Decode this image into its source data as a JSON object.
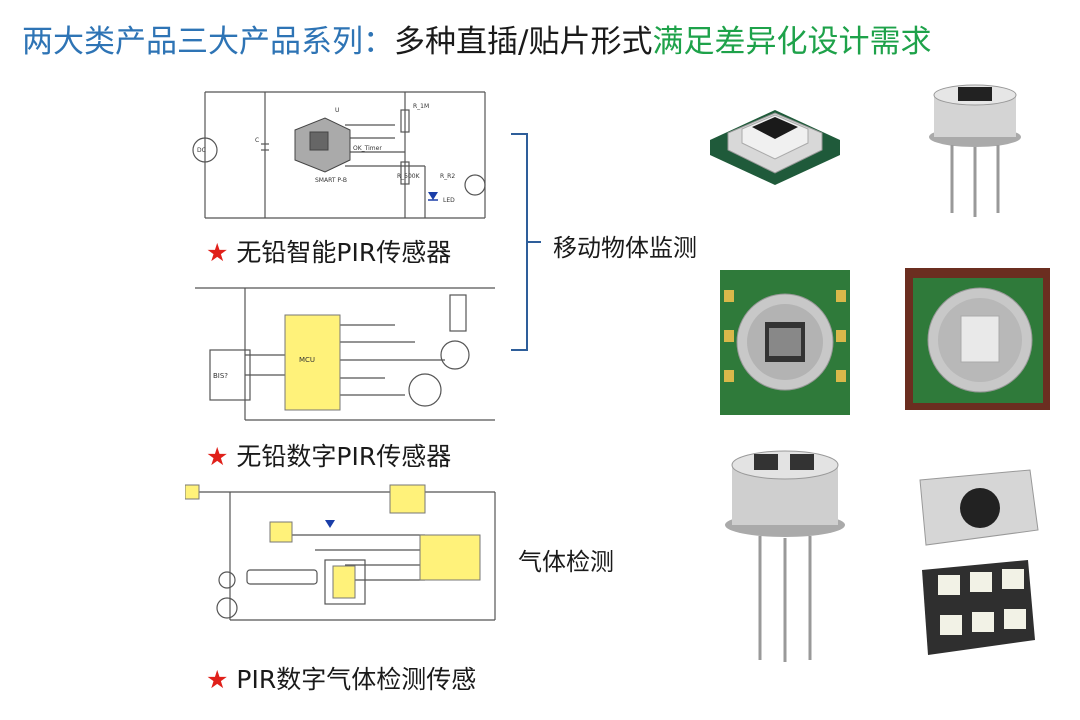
{
  "title": {
    "part1": "两大类产品三大产品系列：",
    "part2": "多种直插/贴片形式",
    "part3": "满足差异化设计需求"
  },
  "captions": {
    "pir_smart": "无铅智能PIR传感器",
    "pir_digital": "无铅数字PIR传感器",
    "pir_gas": "PIR数字气体检测传感",
    "star": "★"
  },
  "labels": {
    "motion": "移动物体监测",
    "gas": "气体检测"
  },
  "circuit1": {
    "label_rg": "R_1M",
    "label_r500": "R_500K",
    "label_r2": "R_R2",
    "label_led": "LED",
    "label_chip": "SMART P-B",
    "label_ok": "OK_Timer",
    "label_c": "C",
    "label_u": "U",
    "label_battery": "DC"
  },
  "circuit2": {
    "label_bisp": "BIS?",
    "label_mcu": "MCU"
  },
  "colors": {
    "title_blue": "#2e74b5",
    "title_green": "#1ea24a",
    "star_red": "#e0201a",
    "chip_yellow": "#fff27a",
    "pcb_green": "#2f7a3a",
    "metal": "#c9c9c9"
  }
}
